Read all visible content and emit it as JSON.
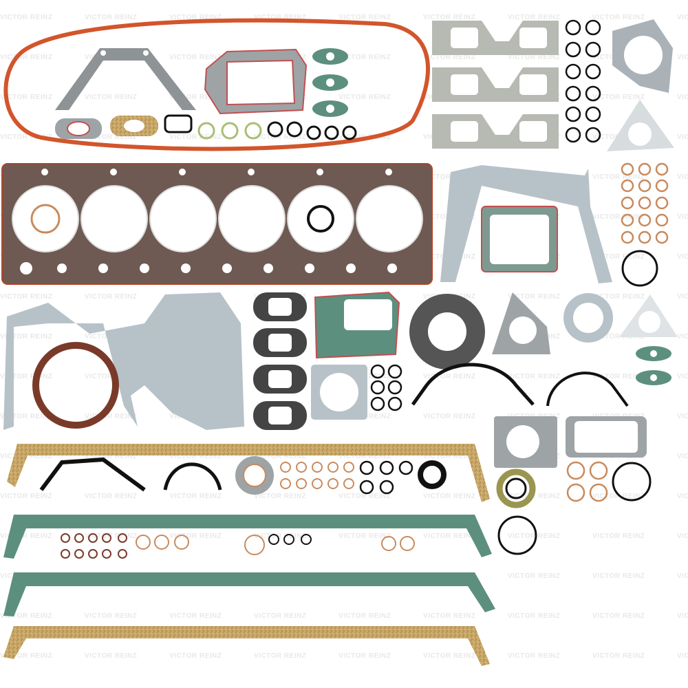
{
  "image": {
    "subject": "Engine full gasket set laid out on white background",
    "watermark_text": "VICTOR REINZ",
    "background": "#ffffff"
  },
  "colors": {
    "silicone_red": "#d2552c",
    "head_gasket": "#6e5a52",
    "head_gasket_bead": "#b0442a",
    "fiber_grey": "#9ea3a6",
    "fiber_blue": "#b7c2c8",
    "fiber_green": "#5d8f7f",
    "cork": "#c9a868",
    "rubber_black": "#1c1c1c",
    "copper": "#c98a5c",
    "seal_brown": "#7a3a2a",
    "olive_seal": "#9a9650",
    "lightgreen_ring": "#a9bf72"
  },
  "parts": {
    "rocker_cover_gasket": "Orange silicone loop gasket",
    "cylinder_head_gasket": "6-bore multi-layer head gasket",
    "intake_manifold_gaskets": 3,
    "exhaust_manifold_gaskets": 4,
    "oil_pan_gaskets": 4,
    "timing_cover_gasket": "Large grey fiber gasket",
    "crankshaft_seal": "Brown radial shaft seal",
    "o_rings_black": "multiple",
    "copper_washers": "multiple"
  }
}
